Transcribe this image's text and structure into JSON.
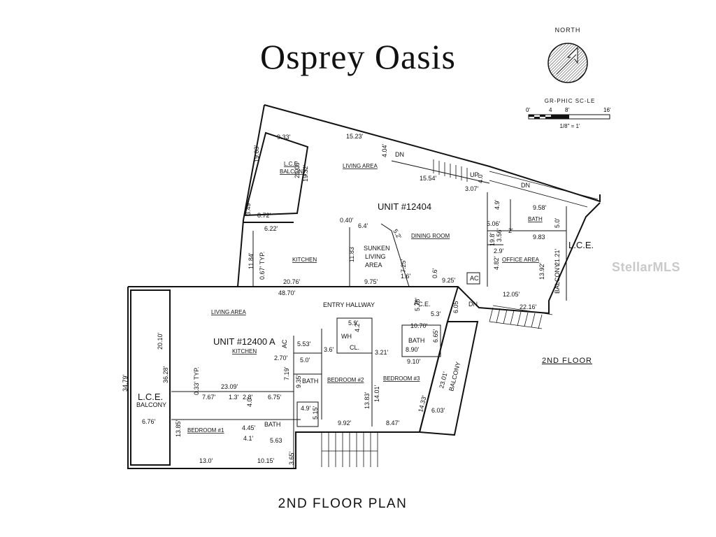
{
  "title": "Osprey Oasis",
  "north_label": "NORTH",
  "scale": {
    "title": "GR-PHIC SC-LE",
    "ticks": [
      "0'",
      "4",
      "8'",
      "16'"
    ],
    "ratio": "1/8\" = 1'"
  },
  "floor_label": "2ND FLOOR",
  "plan_title": "2ND FLOOR PLAN",
  "watermark": "StellarMLS",
  "units": {
    "upper": "UNIT #12404",
    "lower": "UNIT #12400 A"
  },
  "rooms": {
    "lce_balcony_upper": [
      "L.C.E.",
      "BALCONY"
    ],
    "living_area_upper": "LIVING AREA",
    "kitchen_upper": "KITCHEN",
    "sunken_living": [
      "SUNKEN",
      "LIVING",
      "AREA"
    ],
    "dining_room": "DINING ROOM",
    "bath_upper": "BATH",
    "office_area": "OFFICE AREA",
    "lce_right": "L.C.E.",
    "balcony_right": "BALCONY",
    "living_area_lower": "LIVING AREA",
    "entry_hallway": "ENTRY HALLWAY",
    "kitchen_lower": "KITCHEN",
    "bath_lower_1": "BATH",
    "bath_lower_2": "BATH",
    "bath_lower_3": "BATH",
    "bedroom_1": "BEDROOM #1",
    "bedroom_2": "BEDROOM #2",
    "bedroom_3": "BEDROOM #3",
    "lce_balcony_lower": [
      "L.C.E.",
      "BALCONY"
    ],
    "balcony_lower": "BALCONY",
    "ce": "C.E.",
    "wh": "WH",
    "cl": "CL.",
    "ac1": "AC",
    "ac2": "AC",
    "a": "A",
    "dn1": "DN",
    "dn2": "DN",
    "dn3": "DN",
    "up": "UP",
    "typ1": "0.67' TYP.",
    "typ2": "0.33' TYP."
  },
  "dimensions": {
    "d1": "9.33'",
    "d2": "19.03'",
    "d3": "20.06'",
    "d4": "19.32'",
    "d5": "3.49",
    "d6": "8.72'",
    "d7": "15.23'",
    "d8": "4.04'",
    "d9": "15.54'",
    "d10": "4.0'",
    "d11": "3.07'",
    "d12": "6.22'",
    "d13": "11.84'",
    "d14": "0.40'",
    "d15": "6.4'",
    "d16": "11.83",
    "d17": "5.2'",
    "d18": "7.25'",
    "d19": "1.6'",
    "d20": "0.6'",
    "d21": "9.25'",
    "d22": "20.76'",
    "d23": "9.75'",
    "d24": "48.70'",
    "d25": "4.9'",
    "d26": "9.58'",
    "d27": "5.0'",
    "d28": "5.06'",
    "d29": "2'",
    "d30": "9.83",
    "d31": "19.8'",
    "d32": "3.56'",
    "d33": "2.9'",
    "d34": "4.82'",
    "d35": "13.92'",
    "d36": "21.21'",
    "d37": "12.05'",
    "d38": "22.16'",
    "d39": "5.78'",
    "d40": "6.05'",
    "d41": "5.3'",
    "d42": "10.70'",
    "d43": "8.90'",
    "d44": "6.65'",
    "d45": "9.10'",
    "d46": "5.9'",
    "d47": "4.2'",
    "d48": "3.6'",
    "d49": "3.21'",
    "d50": "5.53'",
    "d51": "2.70'",
    "d52": "5.0'",
    "d53": "7.19'",
    "d54": "9.35'",
    "d55": "20.10'",
    "d56": "36.28'",
    "d57": "34.79'",
    "d58": "23.09'",
    "d59": "7.67'",
    "d60": "1.3'",
    "d61": "2.8'",
    "d62": "6.75'",
    "d63": "4.0'",
    "d64": "6.76'",
    "d65": "13.85'",
    "d66": "4.45'",
    "d67": "4.1'",
    "d68": "5.63",
    "d69": "4.9'",
    "d70": "5.15'",
    "d71": "13.0'",
    "d72": "10.15'",
    "d73": "3.65'",
    "d74": "9.92'",
    "d75": "8.47'",
    "d76": "13.83'",
    "d77": "14.01'",
    "d78": "14.33'",
    "d79": "23.01'",
    "d80": "6.03'"
  }
}
